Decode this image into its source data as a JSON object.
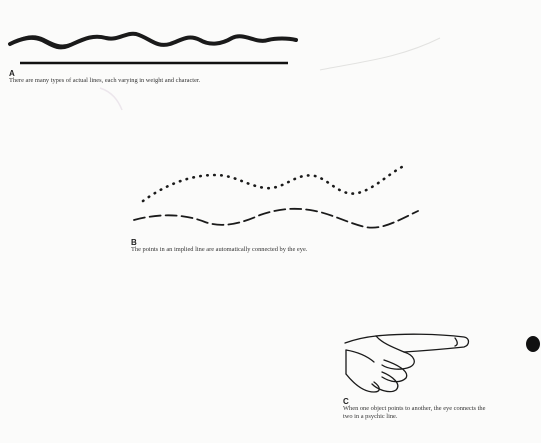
{
  "figures": [
    {
      "letter": "A",
      "caption": "There are many types of actual lines, each varying in weight and character."
    },
    {
      "letter": "B",
      "caption": "The points in an implied line are automatically connected by the eye."
    },
    {
      "letter": "C",
      "caption_line1": "When one object points to another, the eye connects the",
      "caption_line2": "two in a psychic line."
    }
  ]
}
